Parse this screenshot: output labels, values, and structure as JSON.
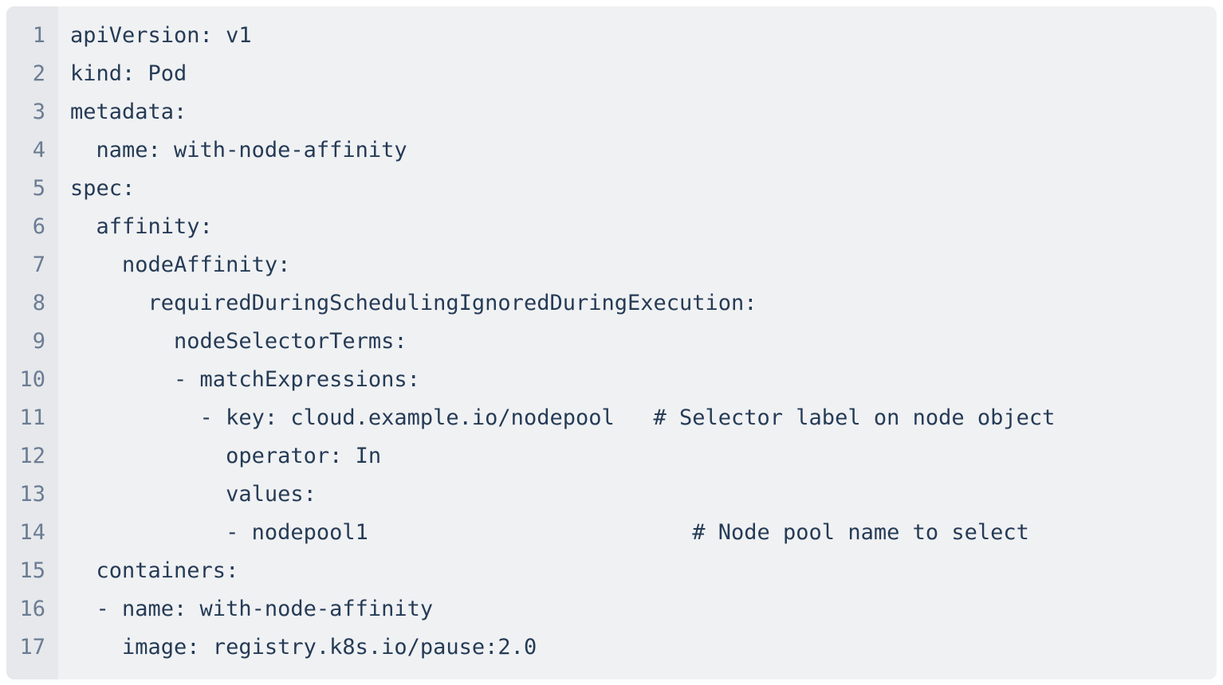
{
  "colors": {
    "page_bg": "#ffffff",
    "code_bg": "#f0f1f3",
    "gutter_bg": "#e6e8eb",
    "code_text": "#253b56",
    "line_number": "#6b7c93"
  },
  "code_block": {
    "language": "yaml",
    "lines": [
      {
        "number": "1",
        "text": "apiVersion: v1"
      },
      {
        "number": "2",
        "text": "kind: Pod"
      },
      {
        "number": "3",
        "text": "metadata:"
      },
      {
        "number": "4",
        "text": "  name: with-node-affinity"
      },
      {
        "number": "5",
        "text": "spec:"
      },
      {
        "number": "6",
        "text": "  affinity:"
      },
      {
        "number": "7",
        "text": "    nodeAffinity:"
      },
      {
        "number": "8",
        "text": "      requiredDuringSchedulingIgnoredDuringExecution:"
      },
      {
        "number": "9",
        "text": "        nodeSelectorTerms:"
      },
      {
        "number": "10",
        "text": "        - matchExpressions:"
      },
      {
        "number": "11",
        "text": "          - key: cloud.example.io/nodepool   # Selector label on node object"
      },
      {
        "number": "12",
        "text": "            operator: In"
      },
      {
        "number": "13",
        "text": "            values:"
      },
      {
        "number": "14",
        "text": "            - nodepool1                         # Node pool name to select"
      },
      {
        "number": "15",
        "text": "  containers:"
      },
      {
        "number": "16",
        "text": "  - name: with-node-affinity"
      },
      {
        "number": "17",
        "text": "    image: registry.k8s.io/pause:2.0"
      }
    ]
  }
}
